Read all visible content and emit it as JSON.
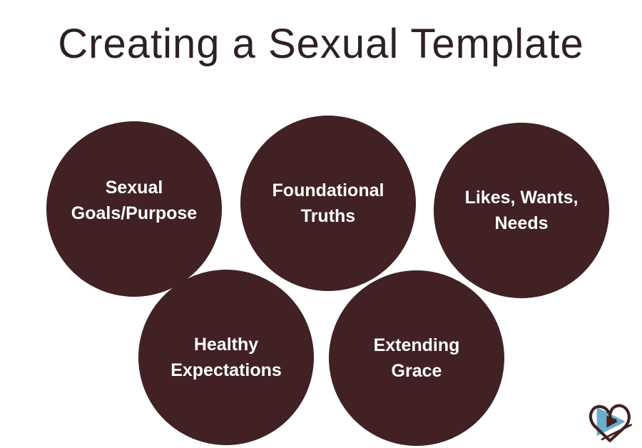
{
  "title": "Creating a Sexual Template",
  "circles": [
    {
      "name": "sexual-goals-purpose",
      "lines": [
        "Sexual",
        "Goals/Purpose"
      ]
    },
    {
      "name": "foundational-truths",
      "lines": [
        "Foundational",
        "Truths"
      ]
    },
    {
      "name": "likes-wants-needs",
      "lines": [
        "Likes, Wants,",
        "Needs"
      ]
    },
    {
      "name": "healthy-expectations",
      "lines": [
        "Healthy",
        "Expectations"
      ]
    },
    {
      "name": "extending-grace",
      "lines": [
        "Extending",
        "Grace"
      ]
    }
  ],
  "logo": {
    "icon": "heart-play-logo"
  },
  "colors": {
    "background": "#ffffff",
    "circle_fill": "#412123",
    "circle_text": "#ffffff",
    "title_text": "#2e2124",
    "logo_heart": "#42211f",
    "logo_play": "#6aadcd"
  }
}
